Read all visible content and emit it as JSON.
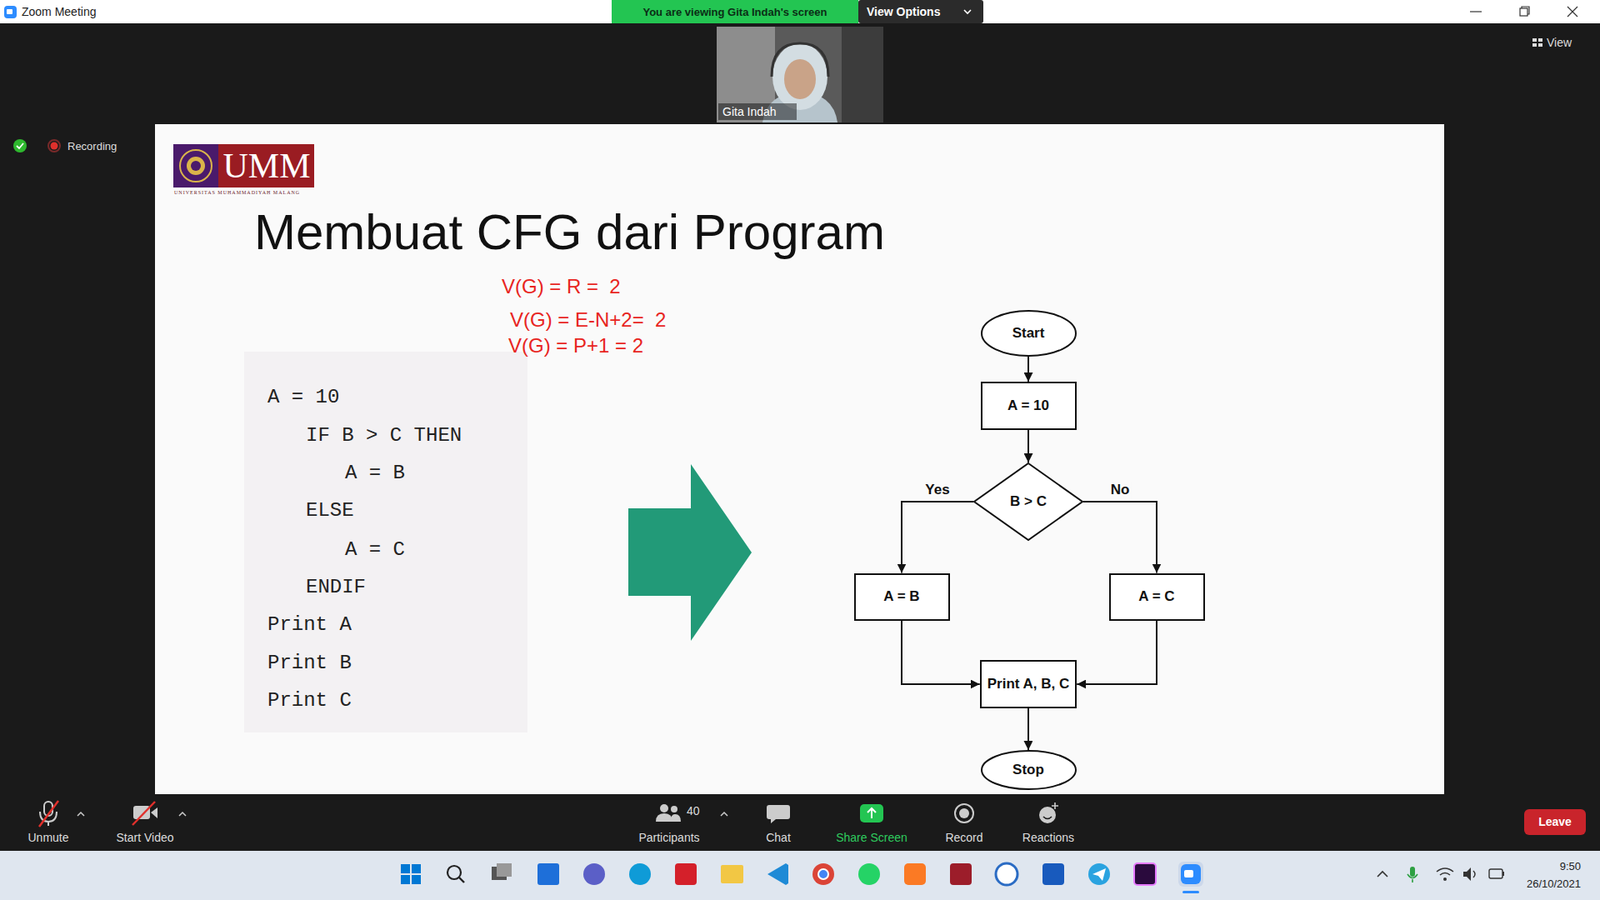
{
  "diagram": {
    "title": "Membuat CFG dari Program",
    "nodes": [
      {
        "text": [
          "Start"
        ]
      },
      {
        "text": [
          "A = 10"
        ]
      },
      {
        "text": [
          "B > C"
        ]
      },
      {
        "text": [
          "A = B"
        ]
      },
      {
        "text": [
          "A = C"
        ]
      },
      {
        "text": [
          "Print A, B, C"
        ]
      },
      {
        "text": [
          "Stop"
        ]
      }
    ],
    "edges": [
      {
        "from": 0,
        "to": 1,
        "arrow": "to"
      },
      {
        "from": 1,
        "to": 2,
        "arrow": "to"
      },
      {
        "from": 2,
        "to": 3,
        "label": "Yes",
        "arrow": "to"
      },
      {
        "from": 2,
        "to": 4,
        "label": "No",
        "arrow": "to"
      },
      {
        "from": 3,
        "to": 5,
        "arrow": "to"
      },
      {
        "from": 4,
        "to": 5,
        "arrow": "to"
      },
      {
        "from": 5,
        "to": 6,
        "arrow": "to"
      }
    ],
    "labels": [
      "Zoom Meeting",
      "You are viewing Gita Indah's screen",
      "View Options",
      "View",
      "Gita Indah",
      "Recording",
      "UMM",
      "UNIVERSITAS MUHAMMADIYAH MALANG",
      "V(G) = R =  2",
      "V(G) = E-N+2=  2",
      "V(G) = P+1 = 2",
      "A = 10",
      "IF B > C THEN",
      "A = B",
      "ELSE",
      "A = C",
      "ENDIF",
      "Print A",
      "Print B",
      "Print C",
      "Unmute",
      "Start Video",
      "40",
      "Participants",
      "Chat",
      "Share Screen",
      "Record",
      "Reactions",
      "Leave",
      "9:50",
      "26/10/2021"
    ]
  }
}
